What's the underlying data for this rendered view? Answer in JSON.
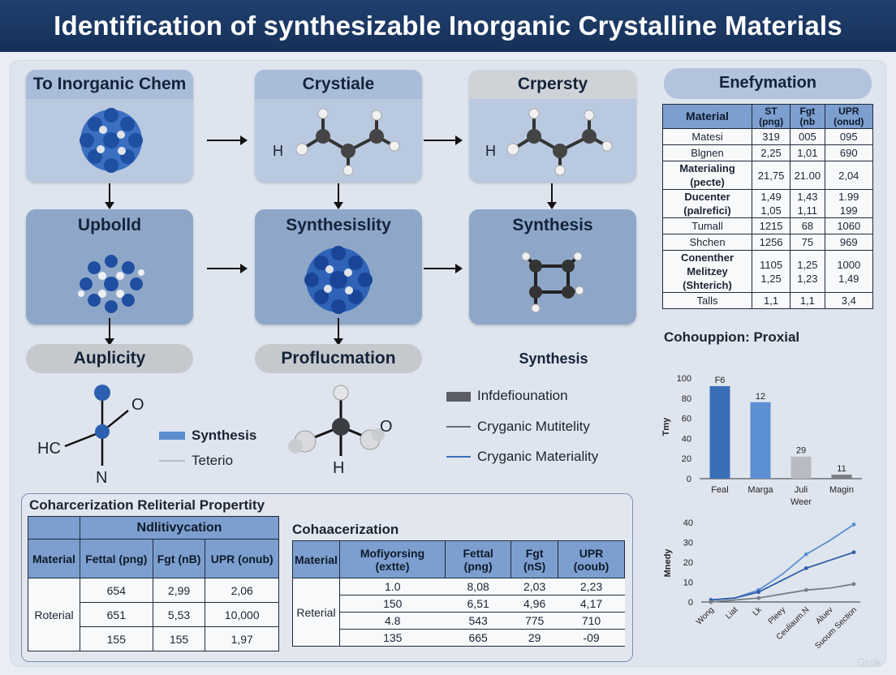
{
  "title": "Identification of synthesizable Inorganic Crystalline Materials",
  "colors": {
    "title_bg": "#1a365f",
    "accent_blue": "#4a7fc4",
    "panel": "#dfe5ef",
    "header_cell": "#7d9fcf",
    "gray": "#8a8f96"
  },
  "flow": {
    "row1": [
      "To Inorganic Chem",
      "Crystiale",
      "Crpersty"
    ],
    "row2": [
      "Upbolld",
      "Synthesislity",
      "Synthesis"
    ],
    "row3": [
      "Auplicity",
      "Proflucmation",
      "Synthesis"
    ],
    "atom_labels": {
      "h1": "H",
      "h2": "H",
      "hc": "HC",
      "o1": "O",
      "n": "N",
      "o2": "O",
      "h3": "H"
    }
  },
  "legends": {
    "left": [
      {
        "label": "Synthesis",
        "color": "#5b8fd1"
      },
      {
        "label": "Teterio",
        "color": "#b8bcc2"
      }
    ],
    "right": [
      {
        "label": "Infdefiounation",
        "color": "#5a5f66"
      },
      {
        "label": "Cryganic Mutitelity",
        "color": "#6b6f75"
      },
      {
        "label": "Cryganic Materiality",
        "color": "#3a6fb8"
      }
    ]
  },
  "info_panel": {
    "title": "Enefymation",
    "headers": [
      "Material",
      "ST (png)",
      "Fgt (nb",
      "UPR (onud)"
    ],
    "rows": [
      [
        "Matesi",
        "319",
        "005",
        "095"
      ],
      [
        "Blgnen",
        "2,25",
        "1,01",
        "690"
      ],
      [
        "Materialing (pecte)",
        "21,75",
        "21.00",
        "2,04"
      ],
      [
        "Ducenter (palrefici)",
        "1,49\n1,05",
        "1,43\n1,11",
        "1.99\n199"
      ],
      [
        "Tumall",
        "1215",
        "68",
        "1060"
      ],
      [
        "Shchen",
        "1256",
        "75",
        "969"
      ],
      [
        "Conenther Melitzey (Shterich)",
        "1105\n1,25",
        "1,25\n1,23",
        "1000\n1,49"
      ],
      [
        "Talls",
        "1,1",
        "1,1",
        "3,4"
      ]
    ]
  },
  "bottom_panel": {
    "title": "Coharcerization Reliterial Propertity",
    "table1": {
      "group_header": "Ndlitivycation",
      "headers": [
        "Material",
        "Fettal (png)",
        "Fgt (nB)",
        "UPR (onub)"
      ],
      "row_label": "Roterial",
      "rows": [
        [
          "654",
          "2,99",
          "2,06"
        ],
        [
          "651",
          "5,53",
          "10,000"
        ],
        [
          "155",
          "155",
          "1,97"
        ]
      ]
    },
    "table2": {
      "title": "Cohaacerization",
      "headers": [
        "Material",
        "Mofiyorsing (extte)",
        "Fettal (png)",
        "Fgt (nS)",
        "UPR (ooub)"
      ],
      "row_label": "Reterial",
      "rows": [
        [
          "1.0",
          "8,08",
          "2,03",
          "2,23"
        ],
        [
          "150",
          "6,51",
          "4,96",
          "4,17"
        ],
        [
          "4.8",
          "543",
          "775",
          "710"
        ],
        [
          "135",
          "665",
          "29",
          "-09"
        ]
      ]
    }
  },
  "chart_data": [
    {
      "type": "bar",
      "title": "Cohouppion: Proxial",
      "xlabel": "Weer",
      "ylabel": "Tmy",
      "categories": [
        "Feal",
        "Marga",
        "Juli",
        "Magin"
      ],
      "values": [
        92,
        76,
        22,
        4
      ],
      "data_labels": [
        "F6",
        "12",
        "29",
        "11"
      ],
      "ylim": [
        0,
        100
      ],
      "yticks": [
        0,
        20,
        40,
        60,
        80,
        100
      ],
      "colors": [
        "#3a6fb8",
        "#5b8fd1",
        "#b8bcc2",
        "#7a7f86"
      ]
    },
    {
      "type": "line",
      "ylabel": "Mnedy",
      "categories": [
        "Wong",
        "Liat",
        "Lk",
        "Pleey",
        "Ceuliaum.N",
        "Aluev",
        "Suoum Section"
      ],
      "ylim": [
        0,
        40
      ],
      "yticks": [
        0,
        10,
        20,
        30,
        40
      ],
      "series": [
        {
          "values": [
            1,
            2,
            6,
            14,
            24,
            31,
            39
          ],
          "color": "#5b8fd1"
        },
        {
          "values": [
            1,
            2,
            5,
            11,
            17,
            21,
            25
          ],
          "color": "#2f5fa6"
        },
        {
          "values": [
            0,
            1,
            2,
            4,
            6,
            7,
            9
          ],
          "color": "#7a7f86"
        }
      ]
    }
  ],
  "watermark": "Grok"
}
